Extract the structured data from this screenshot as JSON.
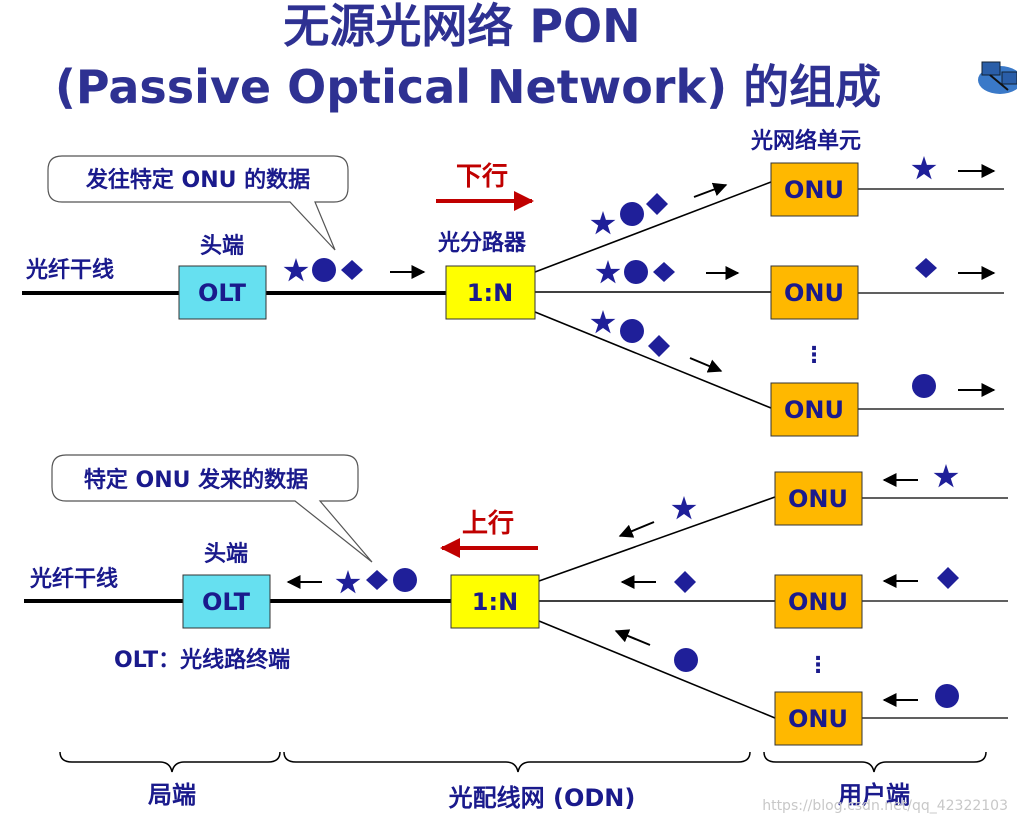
{
  "title": {
    "line1": "无源光网络 PON",
    "line2": "(Passive Optical Network) 的组成"
  },
  "downstream": {
    "callout": "发往特定 ONU 的数据",
    "direction": "下行",
    "trunk_label": "光纤干线",
    "head_label": "头端",
    "olt": "OLT",
    "splitter_label": "光分路器",
    "splitter": "1:N",
    "onu_group_label": "光网络单元",
    "onus": [
      "ONU",
      "ONU",
      "ONU"
    ],
    "ellipsis": "⋮"
  },
  "upstream": {
    "callout": "特定 ONU 发来的数据",
    "direction": "上行",
    "trunk_label": "光纤干线",
    "head_label": "头端",
    "olt": "OLT",
    "splitter": "1:N",
    "onus": [
      "ONU",
      "ONU",
      "ONU"
    ],
    "ellipsis": "⋮"
  },
  "legend": {
    "olt_definition": "OLT：光线路终端"
  },
  "sections": {
    "central_office": "局端",
    "odn": "光配线网 (ODN)",
    "user_side": "用户端"
  },
  "watermark": "https://blog.csdn.net/qq_42322103",
  "colors": {
    "title": "#2e3192",
    "label": "#1a1a8c",
    "olt_fill": "#66e0f0",
    "splitter_fill": "#ffff00",
    "onu_fill": "#ffb800",
    "direction_arrow": "#c00000",
    "symbols": "#1f1f99"
  },
  "icons": [
    "network-computers-icon",
    "star-icon",
    "circle-icon",
    "diamond-icon",
    "arrow-right-icon",
    "arrow-left-icon"
  ]
}
